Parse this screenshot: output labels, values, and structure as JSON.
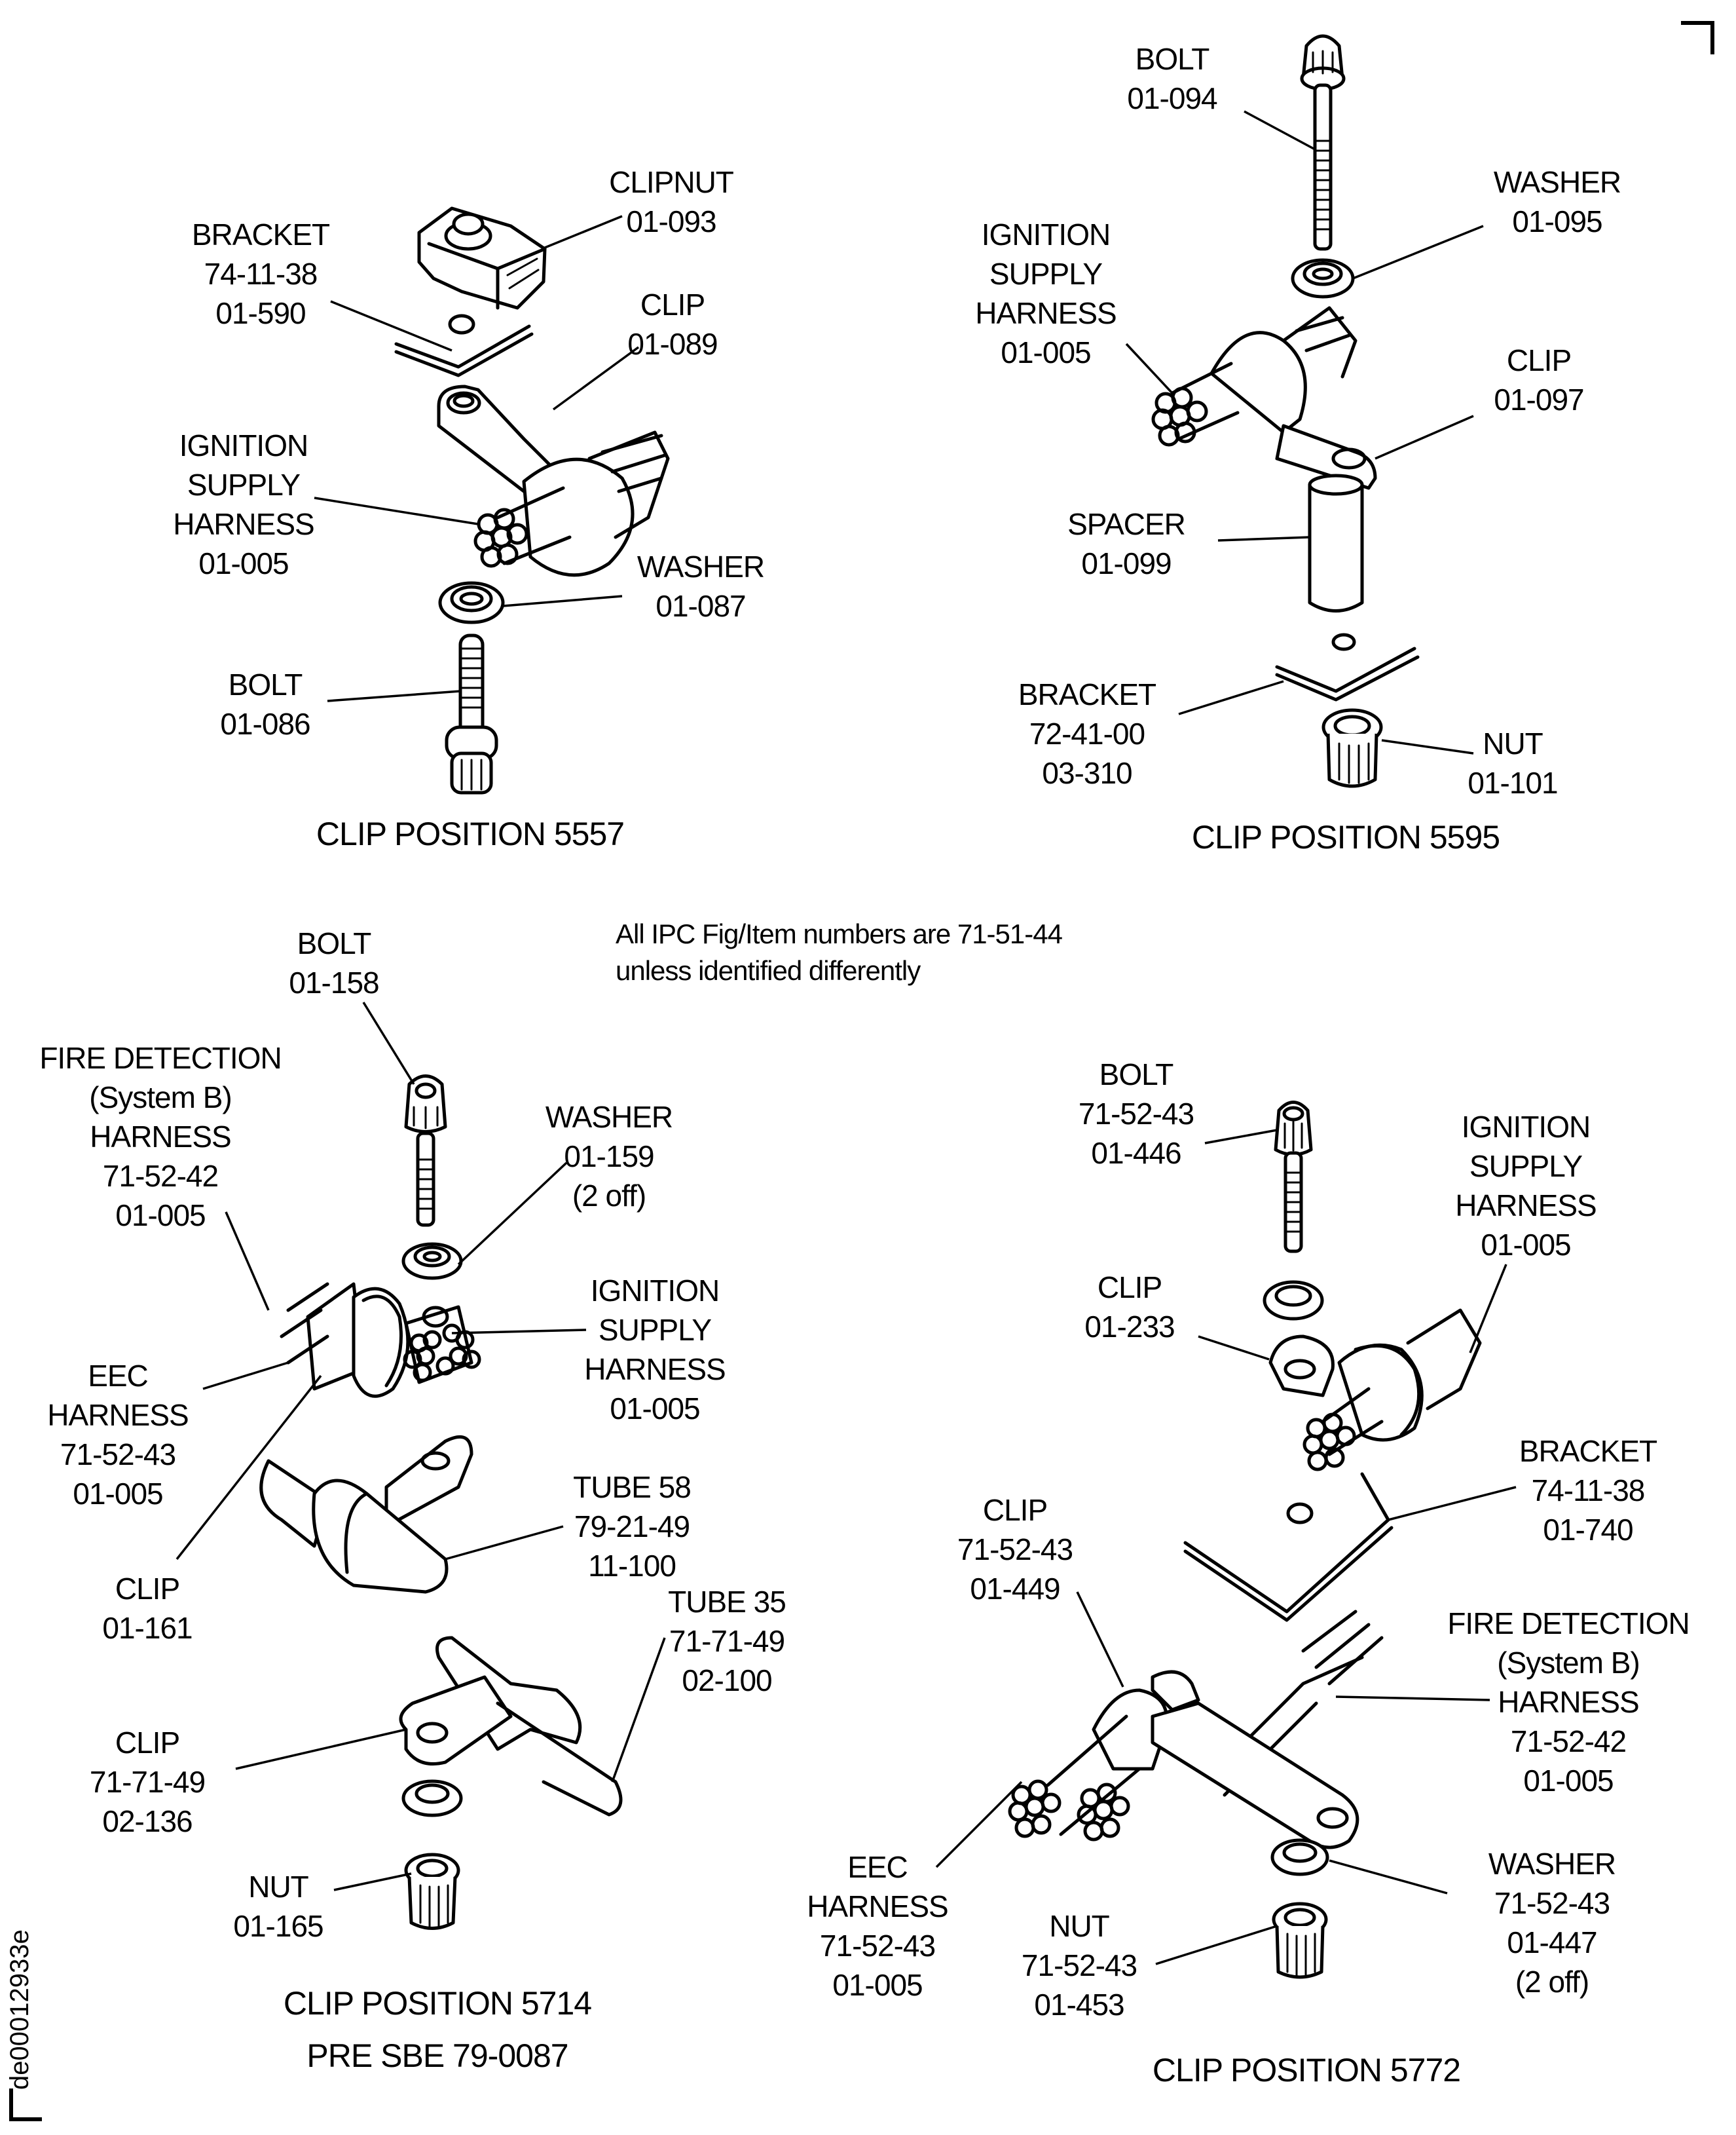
{
  "document": {
    "figure_id": "de00012933e",
    "note": [
      "All IPC Fig/Item numbers are 71-51-44",
      "unless identified differently"
    ]
  },
  "views": [
    {
      "caption": [
        "CLIP POSITION 5557"
      ],
      "labels": [
        {
          "part": "BRACKET",
          "lines": [
            "BRACKET",
            "74-11-38",
            "01-590"
          ]
        },
        {
          "part": "CLIPNUT",
          "lines": [
            "CLIPNUT",
            "01-093"
          ]
        },
        {
          "part": "CLIP",
          "lines": [
            "CLIP",
            "01-089"
          ]
        },
        {
          "part": "IGNITION SUPPLY HARNESS",
          "lines": [
            "IGNITION",
            "SUPPLY",
            "HARNESS",
            "01-005"
          ]
        },
        {
          "part": "WASHER",
          "lines": [
            "WASHER",
            "01-087"
          ]
        },
        {
          "part": "BOLT",
          "lines": [
            "BOLT",
            "01-086"
          ]
        }
      ]
    },
    {
      "caption": [
        "CLIP POSITION 5595"
      ],
      "labels": [
        {
          "part": "BOLT",
          "lines": [
            "BOLT",
            "01-094"
          ]
        },
        {
          "part": "WASHER",
          "lines": [
            "WASHER",
            "01-095"
          ]
        },
        {
          "part": "IGNITION SUPPLY HARNESS",
          "lines": [
            "IGNITION",
            "SUPPLY",
            "HARNESS",
            "01-005"
          ]
        },
        {
          "part": "CLIP",
          "lines": [
            "CLIP",
            "01-097"
          ]
        },
        {
          "part": "SPACER",
          "lines": [
            "SPACER",
            "01-099"
          ]
        },
        {
          "part": "BRACKET",
          "lines": [
            "BRACKET",
            "72-41-00",
            "03-310"
          ]
        },
        {
          "part": "NUT",
          "lines": [
            "NUT",
            "01-101"
          ]
        }
      ]
    },
    {
      "caption": [
        "CLIP POSITION 5714",
        "PRE SBE 79-0087"
      ],
      "labels": [
        {
          "part": "BOLT",
          "lines": [
            "BOLT",
            "01-158"
          ]
        },
        {
          "part": "FIRE DETECTION HARNESS",
          "lines": [
            "FIRE DETECTION",
            "(System B)",
            "HARNESS",
            "71-52-42",
            "01-005"
          ]
        },
        {
          "part": "WASHER",
          "lines": [
            "WASHER",
            "01-159",
            "(2 off)"
          ]
        },
        {
          "part": "IGNITION SUPPLY HARNESS",
          "lines": [
            "IGNITION",
            "SUPPLY",
            "HARNESS",
            "01-005"
          ]
        },
        {
          "part": "EEC HARNESS",
          "lines": [
            "EEC",
            "HARNESS",
            "71-52-43",
            "01-005"
          ]
        },
        {
          "part": "TUBE 58",
          "lines": [
            "TUBE 58",
            "79-21-49",
            "11-100"
          ]
        },
        {
          "part": "CLIP",
          "lines": [
            "CLIP",
            "01-161"
          ]
        },
        {
          "part": "TUBE 35",
          "lines": [
            "TUBE 35",
            "71-71-49",
            "02-100"
          ]
        },
        {
          "part": "CLIP",
          "lines": [
            "CLIP",
            "71-71-49",
            "02-136"
          ]
        },
        {
          "part": "NUT",
          "lines": [
            "NUT",
            "01-165"
          ]
        }
      ]
    },
    {
      "caption": [
        "CLIP POSITION 5772"
      ],
      "labels": [
        {
          "part": "BOLT",
          "lines": [
            "BOLT",
            "71-52-43",
            "01-446"
          ]
        },
        {
          "part": "IGNITION SUPPLY HARNESS",
          "lines": [
            "IGNITION",
            "SUPPLY",
            "HARNESS",
            "01-005"
          ]
        },
        {
          "part": "CLIP",
          "lines": [
            "CLIP",
            "01-233"
          ]
        },
        {
          "part": "BRACKET",
          "lines": [
            "BRACKET",
            "74-11-38",
            "01-740"
          ]
        },
        {
          "part": "CLIP",
          "lines": [
            "CLIP",
            "71-52-43",
            "01-449"
          ]
        },
        {
          "part": "FIRE DETECTION HARNESS",
          "lines": [
            "FIRE DETECTION",
            "(System B)",
            "HARNESS",
            "71-52-42",
            "01-005"
          ]
        },
        {
          "part": "EEC HARNESS",
          "lines": [
            "EEC",
            "HARNESS",
            "71-52-43",
            "01-005"
          ]
        },
        {
          "part": "WASHER",
          "lines": [
            "WASHER",
            "71-52-43",
            "01-447",
            "(2 off)"
          ]
        },
        {
          "part": "NUT",
          "lines": [
            "NUT",
            "71-52-43",
            "01-453"
          ]
        }
      ]
    }
  ]
}
